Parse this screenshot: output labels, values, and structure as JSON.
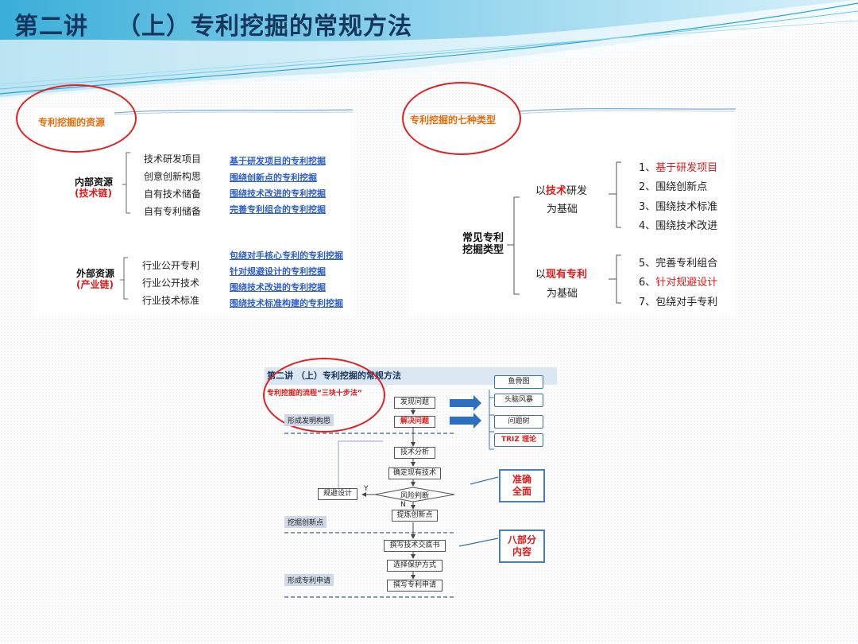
{
  "slide_title_a": "第二讲",
  "slide_title_b": "（上）专利挖掘的常规方法",
  "left_panel": {
    "header": "专利挖掘的资源",
    "internal": {
      "label": "内部资源",
      "sub": "(技术链)",
      "items": [
        "技术研发项目",
        "创意创新构思",
        "自有技术储备",
        "自有专利储备"
      ],
      "links": [
        "基于研发项目的专利挖掘",
        "围绕创新点的专利挖掘",
        "围绕技术改进的专利挖掘",
        "完善专利组合的专利挖掘"
      ]
    },
    "external": {
      "label": "外部资源",
      "sub": "(产业链)",
      "items": [
        "行业公开专利",
        "行业公开技术",
        "行业技术标准"
      ],
      "links": [
        "包绕对手核心专利的专利挖掘",
        "针对规避设计的专利挖掘",
        "围绕技术改进的专利挖掘",
        "围绕技术标准构建的专利挖掘"
      ]
    }
  },
  "right_panel": {
    "header": "专利挖掘的七种类型",
    "center": [
      "常见专利",
      "挖掘类型"
    ],
    "group1": {
      "pre": "以",
      "key": "技术",
      "post": "研发",
      "line2": "为基础"
    },
    "group2": {
      "pre": "以",
      "key": "现有专利",
      "post": "",
      "line2": "为基础"
    },
    "types": [
      {
        "num": "1、",
        "text": "基于研发项目",
        "highlight": true
      },
      {
        "num": "2、",
        "text": "围绕创新点",
        "highlight": false
      },
      {
        "num": "3、",
        "text": "围绕技术标准",
        "highlight": false
      },
      {
        "num": "4、",
        "text": "围绕技术改进",
        "highlight": false
      },
      {
        "num": "5、",
        "text": "完善专利组合",
        "highlight": false
      },
      {
        "num": "6、",
        "text": "针对规避设计",
        "highlight": true
      },
      {
        "num": "7、",
        "text": "包绕对手专利",
        "highlight": false
      }
    ]
  },
  "flow": {
    "title": "第二讲  （上）专利挖掘的常规方法",
    "subtitle": "专利挖掘的流程“三块十步法”",
    "phases": [
      "形成发明构思",
      "挖掘创新点",
      "形成专利申请"
    ],
    "steps": [
      "发现问题",
      "解决问题",
      "技术分析",
      "确定现有技术",
      "风险判断",
      "提炼创新点",
      "撰写技术交底书",
      "选择保护方式",
      "撰写专利申请"
    ],
    "avoid": "规避设计",
    "yes": "Y",
    "no": "N",
    "tools": [
      "鱼骨图",
      "头脑风暴",
      "问题树",
      "TRIZ 理论"
    ],
    "callout1": [
      "准确",
      "全面"
    ],
    "callout2": [
      "八部分",
      "内容"
    ]
  },
  "colors": {
    "title": "#17365d",
    "accent_red": "#e01a1a",
    "header_orange": "#e46c0a",
    "link_blue": "#2e5fc9"
  }
}
